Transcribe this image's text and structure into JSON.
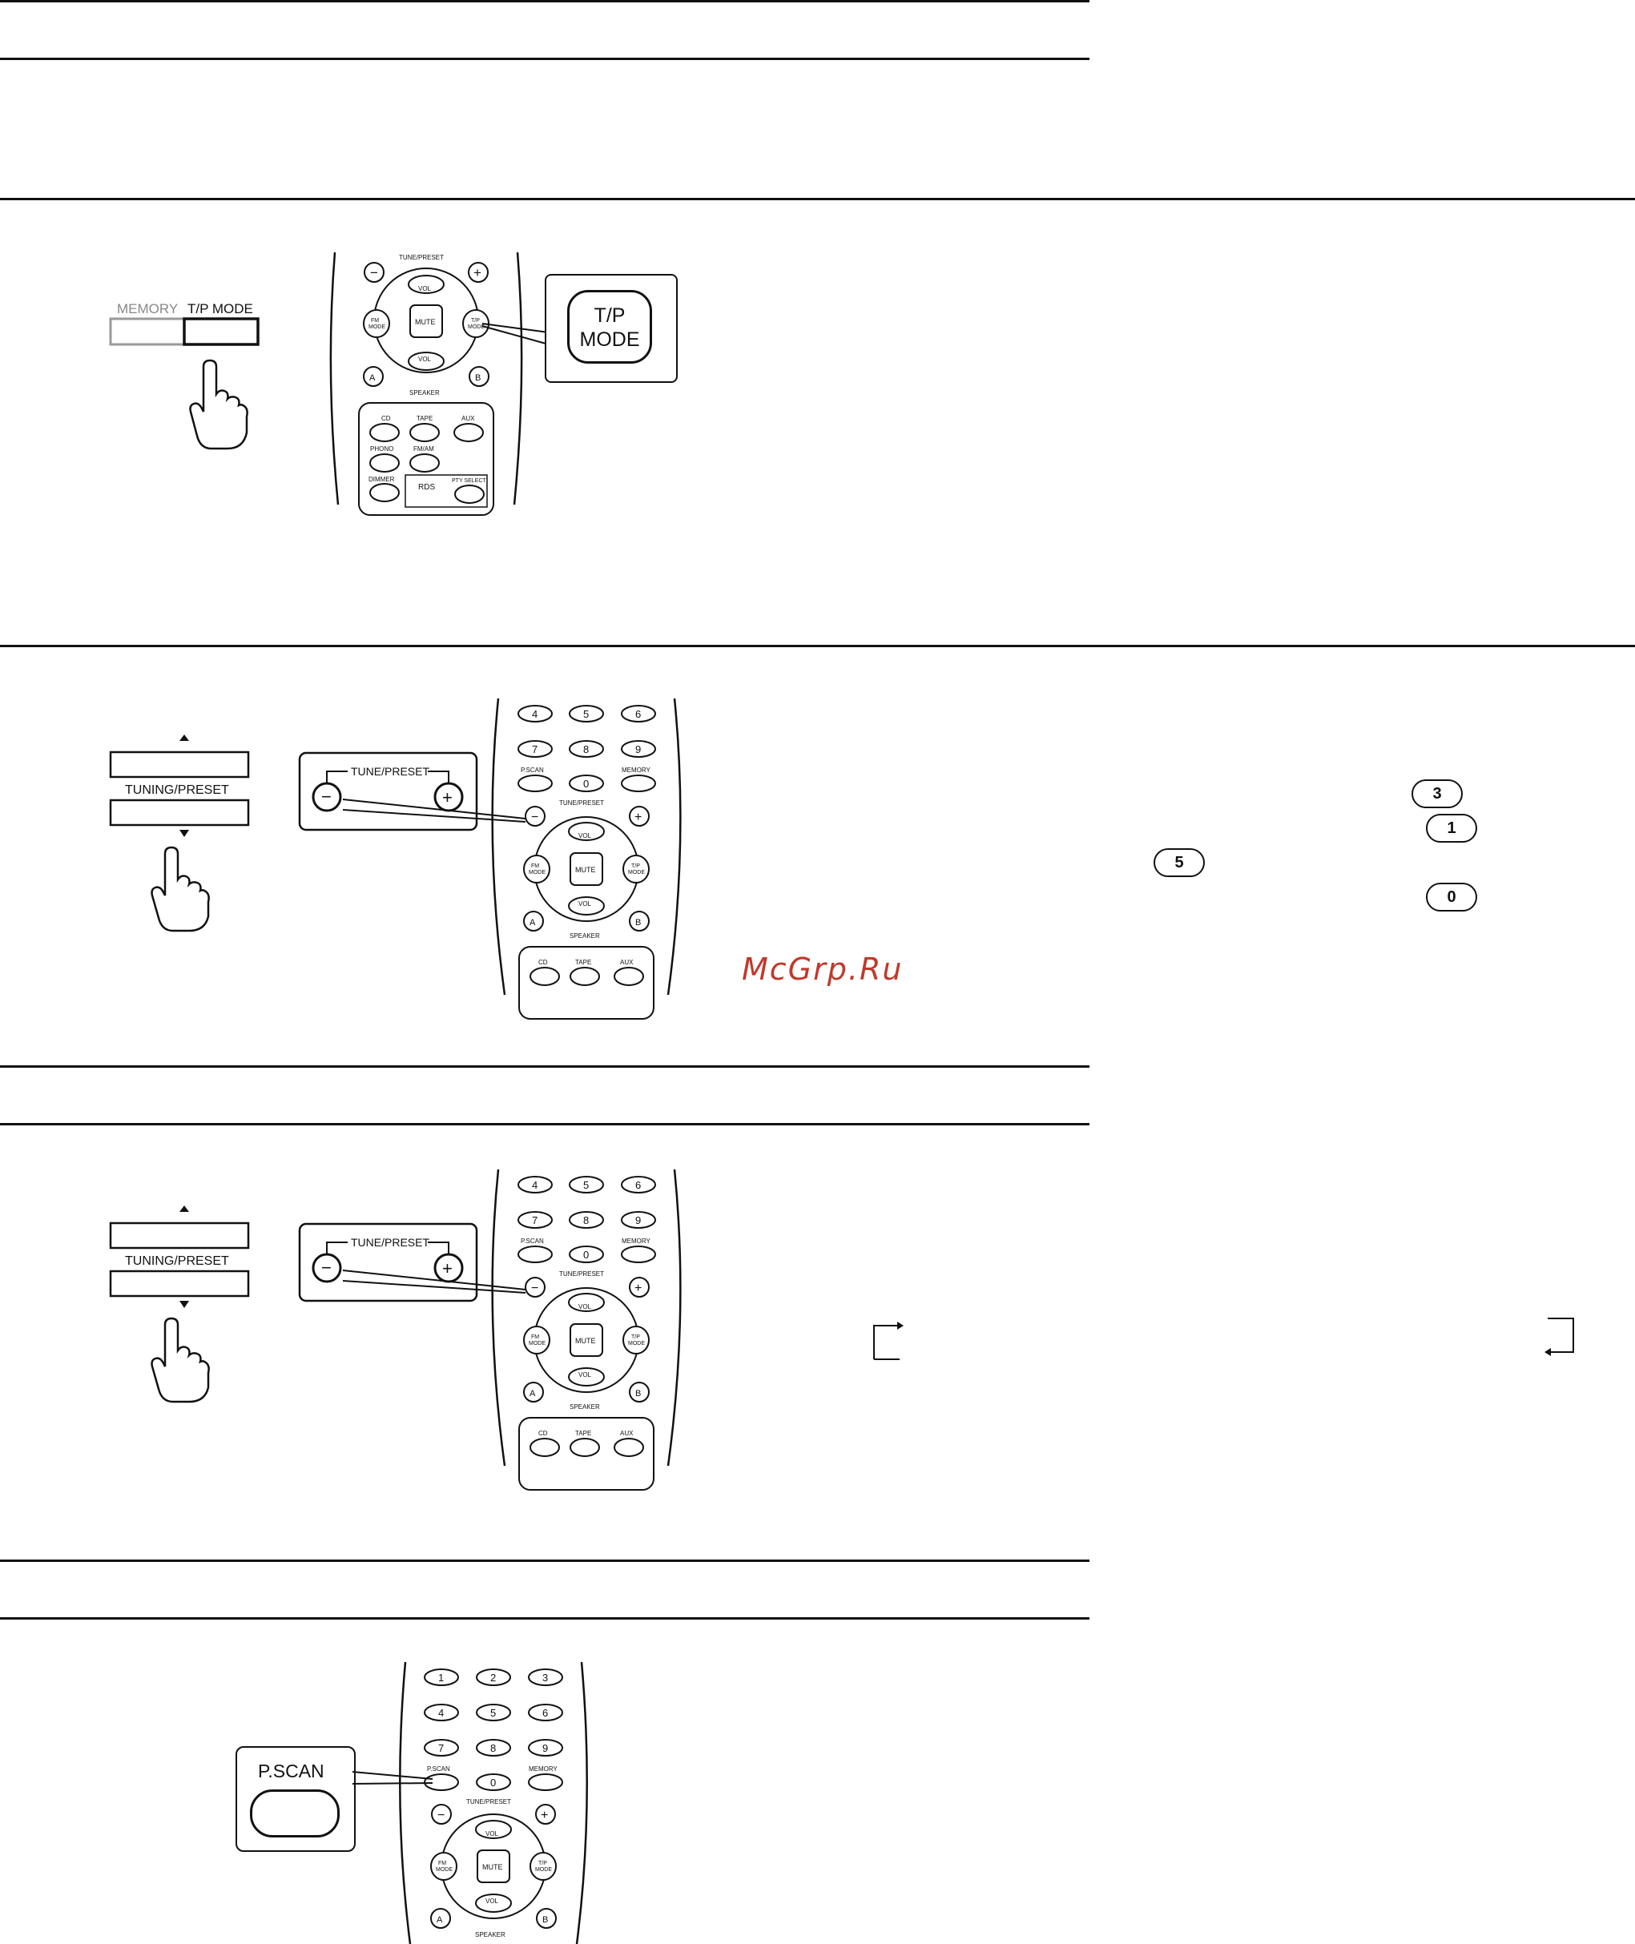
{
  "front_panel_1": {
    "memory_label": "MEMORY",
    "tp_mode_label": "T/P MODE"
  },
  "remote_top": {
    "tune_preset": "TUNE/PRESET",
    "vol": "VOL",
    "fm_mode": [
      "FM",
      "MODE"
    ],
    "mute": "MUTE",
    "tp_mode": [
      "T/P",
      "MODE"
    ],
    "a": "A",
    "b": "B",
    "speaker": "SPEAKER",
    "cd": "CD",
    "tape": "TAPE",
    "aux": "AUX",
    "phono": "PHONO",
    "fm_am": "FM/AM",
    "dimmer": "DIMMER",
    "rds": "RDS",
    "pty_select": "PTY SELECT"
  },
  "callout_tp_mode": [
    "T/P",
    "MODE"
  ],
  "tuning_panel": {
    "label": "TUNING/PRESET"
  },
  "callout_tune_preset": {
    "label": "TUNE/PRESET",
    "minus": "−",
    "plus": "+"
  },
  "remote_numeric": {
    "row1": [
      "1",
      "2",
      "3"
    ],
    "row2": [
      "4",
      "5",
      "6"
    ],
    "row3": [
      "7",
      "8",
      "9"
    ],
    "pscan": "P.SCAN",
    "zero": "0",
    "memory": "MEMORY"
  },
  "example_digits": [
    "3",
    "1",
    "5",
    "0"
  ],
  "watermark": "McGrp.Ru",
  "callout_pscan": "P.SCAN"
}
